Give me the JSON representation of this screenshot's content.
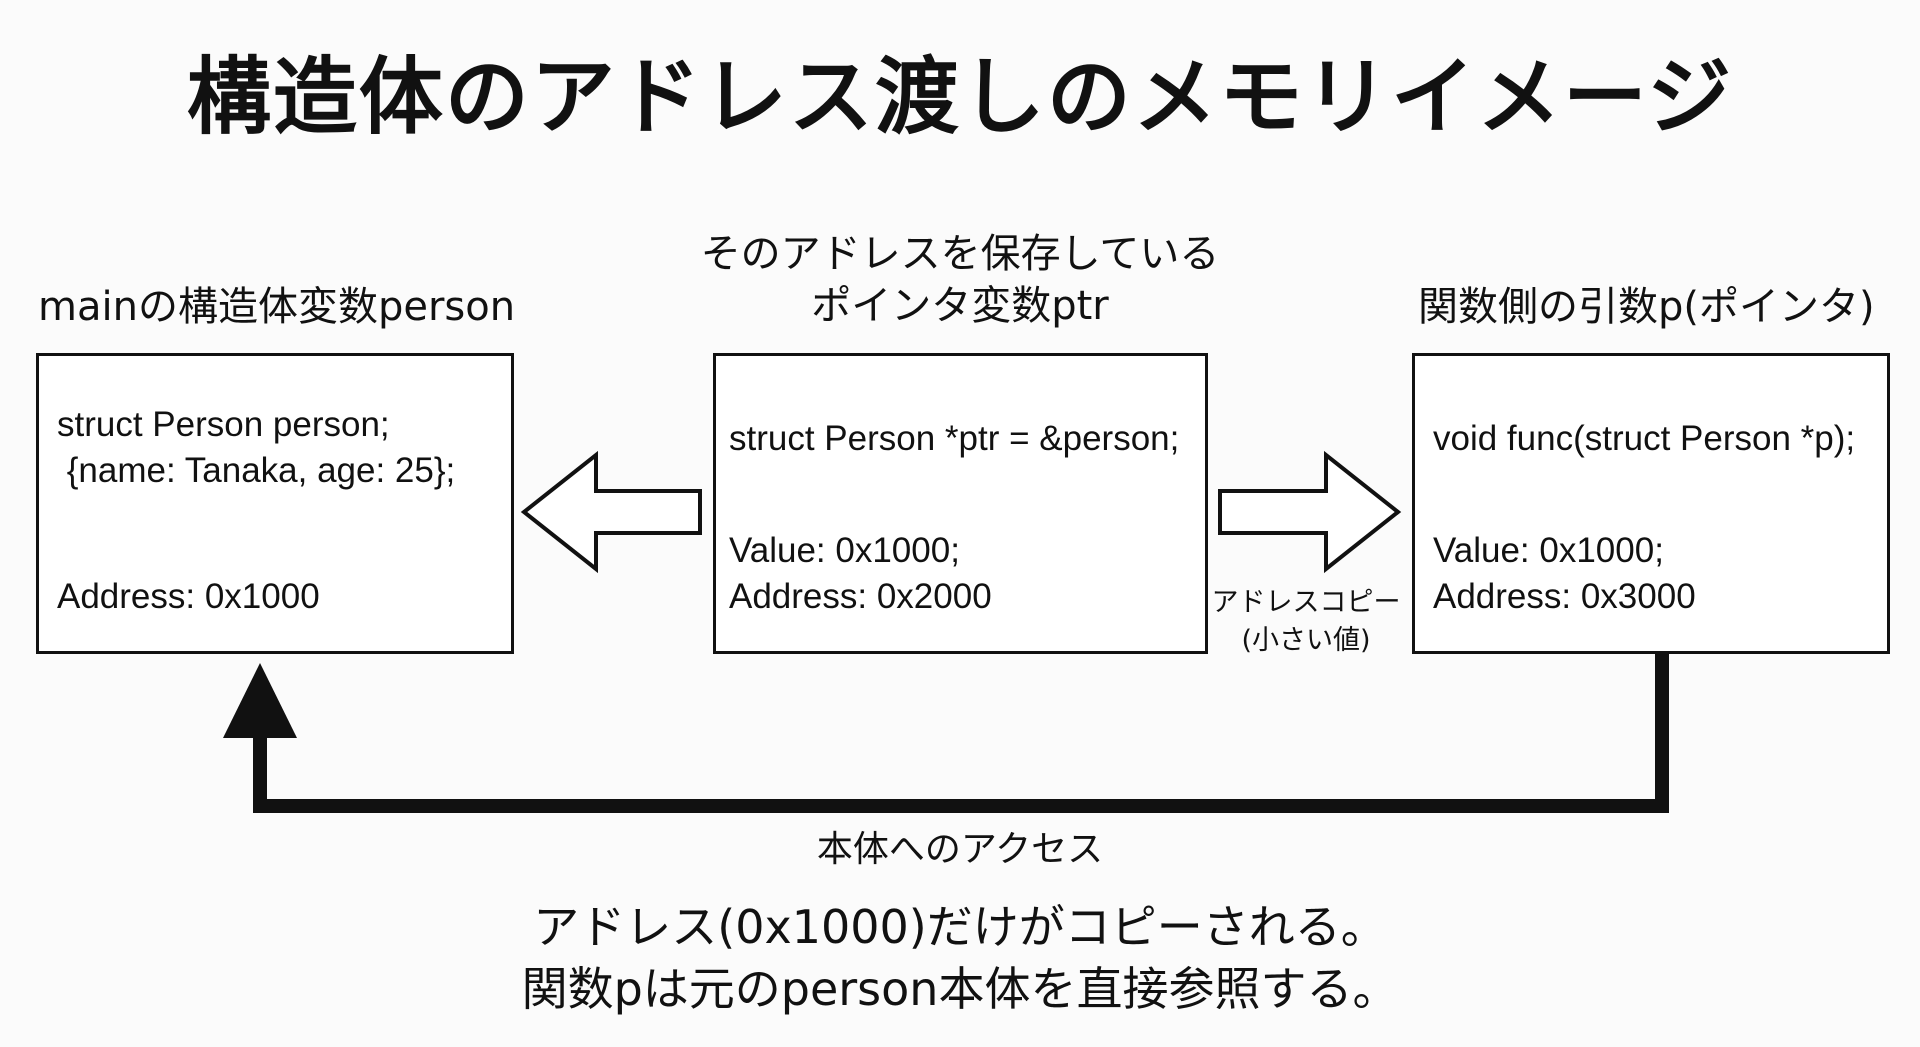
{
  "title": "構造体のアドレス渡しのメモリイメージ",
  "left": {
    "label": "mainの構造体変数person",
    "line1": "struct Person person;",
    "line2": " {name: Tanaka, age: 25};",
    "address": "Address: 0x1000"
  },
  "middle": {
    "label_line1": "そのアドレスを保存している",
    "label_line2": "ポインタ変数ptr",
    "line1": "struct Person *ptr = &person;",
    "value": "Value: 0x1000;",
    "address": "Address: 0x2000"
  },
  "right": {
    "label": "関数側の引数p(ポインタ)",
    "line1": "void func(struct Person *p);",
    "value": "Value: 0x1000;",
    "address": "Address: 0x3000"
  },
  "copy_note": {
    "line1": "アドレスコピー",
    "line2": "(小さい値)"
  },
  "access_caption": "本体へのアクセス",
  "summary": {
    "line1": "アドレス(0x1000)だけがコピーされる。",
    "line2": "関数pは元のperson本体を直接参照する。"
  }
}
